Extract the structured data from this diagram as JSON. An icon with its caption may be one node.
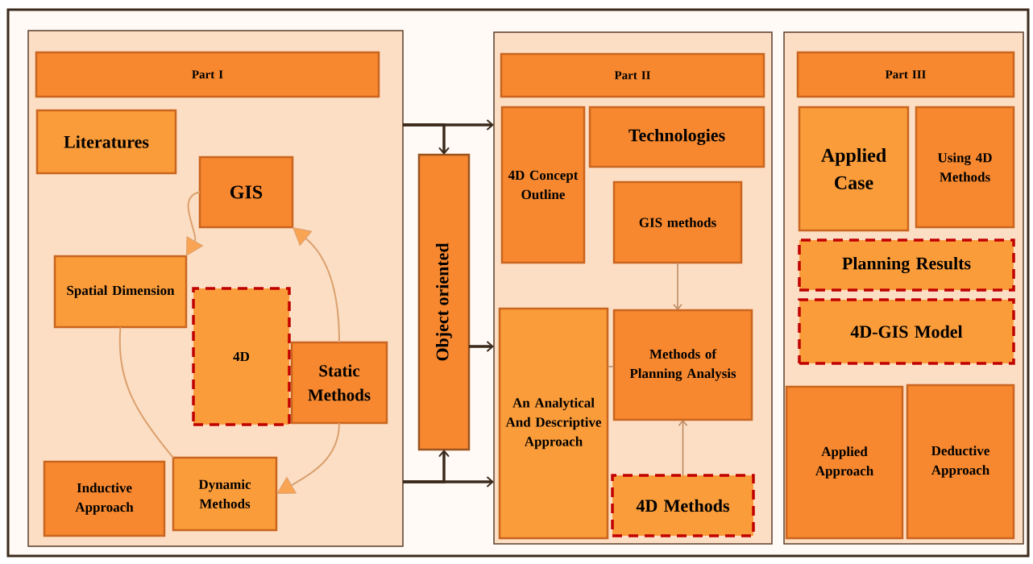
{
  "diagram": {
    "nodes": [
      {
        "text": [],
        "shape": "box"
      },
      {
        "text": [
          "Part I"
        ],
        "in": 0
      },
      {
        "text": [
          "Literatures"
        ],
        "in": 0
      },
      {
        "text": [
          "GIS"
        ],
        "in": 0
      },
      {
        "text": [
          "Spatial Dimension"
        ],
        "in": 0
      },
      {
        "text": [
          "4D"
        ],
        "in": 0
      },
      {
        "text": [
          "Static Methods"
        ],
        "in": 0
      },
      {
        "text": [
          "Inductive Approach"
        ],
        "in": 0
      },
      {
        "text": [
          "Dynamic Methods"
        ],
        "in": 0
      },
      {
        "text": [
          "Object oriented"
        ]
      },
      {
        "text": [],
        "shape": "box"
      },
      {
        "text": [
          "Part II"
        ],
        "in": 10
      },
      {
        "text": [
          "4D Concept Outline"
        ],
        "in": 10
      },
      {
        "text": [
          "Technologies"
        ],
        "in": 10
      },
      {
        "text": [
          "GIS methods"
        ],
        "in": 10
      },
      {
        "text": [
          "An Analytical And Descriptive Approach"
        ],
        "in": 10
      },
      {
        "text": [
          "Methods of Planning Analysis"
        ],
        "in": 10
      },
      {
        "text": [
          "4D Methods"
        ],
        "in": 10
      },
      {
        "text": [],
        "shape": "box"
      },
      {
        "text": [
          "Part III"
        ],
        "in": 18
      },
      {
        "text": [
          "Applied Case"
        ],
        "in": 18
      },
      {
        "text": [
          "Using 4D Methods"
        ],
        "in": 18
      },
      {
        "text": [
          "Planning Results"
        ],
        "in": 18
      },
      {
        "text": [
          "4D-GIS Model"
        ],
        "in": 18
      },
      {
        "text": [
          "Applied Approach"
        ],
        "in": 18
      },
      {
        "text": [
          "Deductive Approach"
        ],
        "in": 18
      }
    ],
    "edges": [
      {
        "from": 6,
        "to": 3,
        "arrow": "to",
        "color": "#dba06e"
      },
      {
        "from": 3,
        "to": 4,
        "arrow": "to",
        "color": "#dba06e"
      },
      {
        "from": 6,
        "to": 8,
        "arrow": "to",
        "color": "#dba06e"
      },
      {
        "from": 4,
        "to": 8,
        "arrow": "none",
        "color": "#dba06e"
      },
      {
        "from": 0,
        "to": 10,
        "arrow": "to"
      },
      {
        "from": 0,
        "to": 9,
        "arrow": "to"
      },
      {
        "from": 0,
        "to": 10,
        "arrow": "to"
      },
      {
        "from": 0,
        "to": 9,
        "arrow": "to"
      },
      {
        "from": 9,
        "to": 10,
        "arrow": "to"
      },
      {
        "from": 14,
        "to": 16,
        "arrow": "to",
        "color": "#b8875e"
      },
      {
        "from": 17,
        "to": 16,
        "arrow": "to",
        "color": "#b8875e"
      },
      {
        "from": 15,
        "to": 16,
        "arrow": "none",
        "color": "#b8875e"
      }
    ]
  }
}
